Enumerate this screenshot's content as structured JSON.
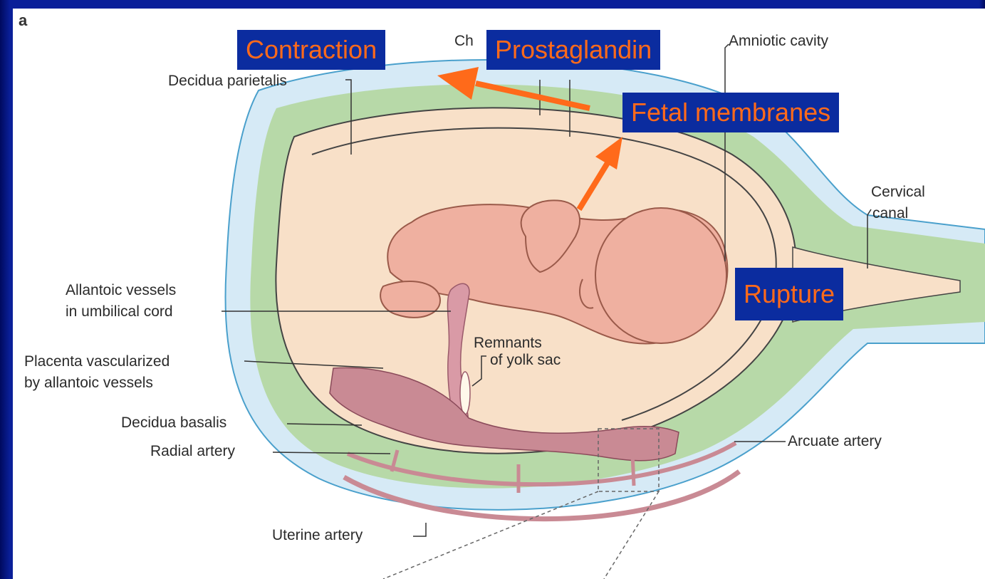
{
  "figure": {
    "panel_letter": "a",
    "labels": {
      "chorion_partial": "Ch",
      "amniotic_cavity": "Amniotic cavity",
      "decidua_parietalis": "Decidua parietalis",
      "cervical_canal_line1": "Cervical",
      "cervical_canal_line2": "canal",
      "allantoic_line1": "Allantoic vessels",
      "allantoic_line2": "in umbilical cord",
      "remnants_line1": "Remnants",
      "remnants_line2": "of yolk sac",
      "placenta_line1": "Placenta vascularized",
      "placenta_line2": "by allantoic vessels",
      "decidua_basalis": "Decidua basalis",
      "radial_artery": "Radial artery",
      "arcuate_artery": "Arcuate artery",
      "uterine_artery": "Uterine artery"
    }
  },
  "callouts": {
    "contraction": "Contraction",
    "prostaglandin": "Prostaglandin",
    "fetal_membranes": "Fetal membranes",
    "rupture": "Rupture"
  },
  "colors": {
    "slide_background": "#0a1f99",
    "callout_fill": "#0b2c9f",
    "callout_text": "#ff6a1a",
    "arrow": "#ff6a1a",
    "myometrium": "#d6eaf6",
    "decidua": "#b7d9a8",
    "amnion_fluid": "#f8e0c8",
    "fetus": "#efb0a0",
    "placenta": "#c98a94"
  }
}
